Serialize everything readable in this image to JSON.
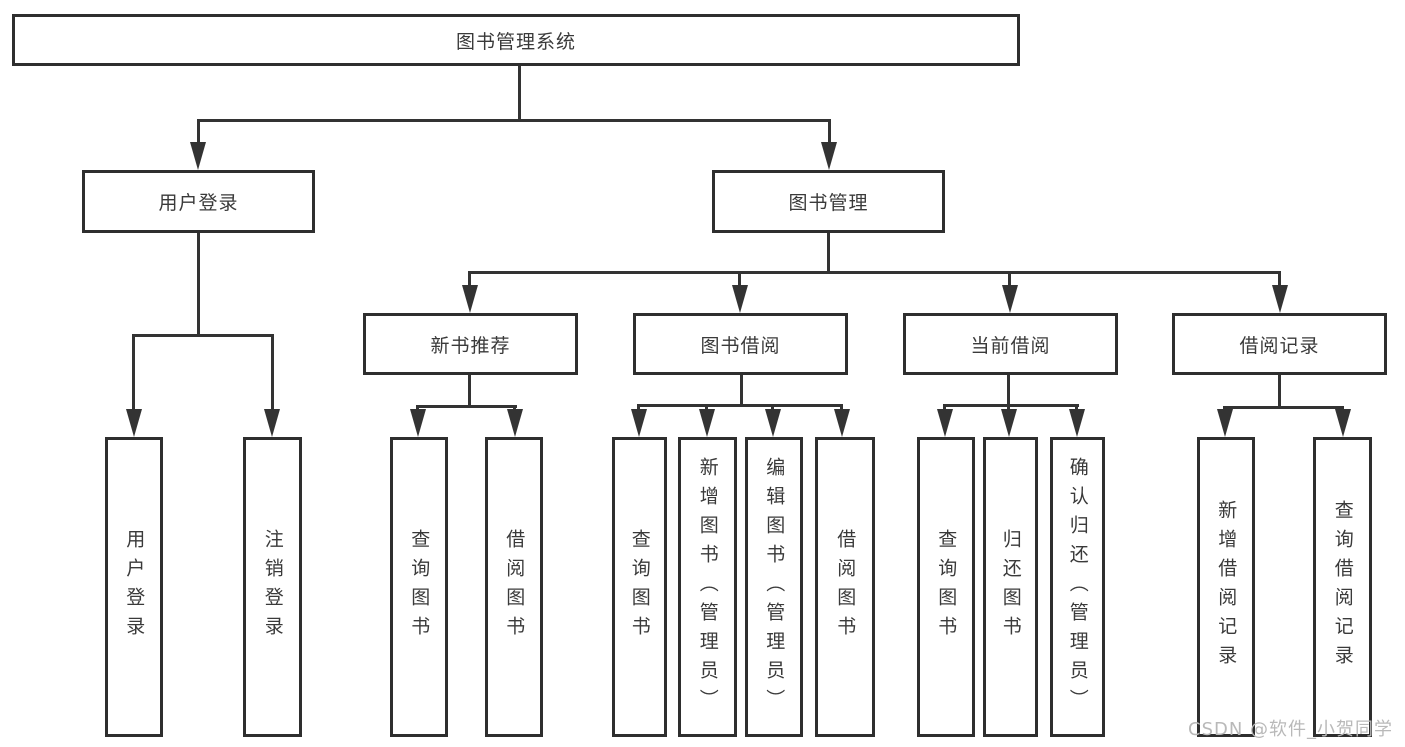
{
  "diagram_title": "图书管理系统",
  "watermark": "CSDN @软件_小贺同学",
  "colors": {
    "line": "#333333",
    "box_border": "#2e2e2e",
    "box_background": "#ffffff",
    "text": "#3a3a3a",
    "watermark_text": "#b9b9b9",
    "page_background": "#ffffff"
  },
  "tree": {
    "root": "图书管理系统",
    "level2": [
      "用户登录",
      "图书管理"
    ],
    "level3": [
      "新书推荐",
      "图书借阅",
      "当前借阅",
      "借阅记录"
    ],
    "groups": [
      {
        "parent": "用户登录",
        "children": [
          "用户登录",
          "注销登录"
        ]
      },
      {
        "parent": "新书推荐",
        "children": [
          "查询图书",
          "借阅图书"
        ]
      },
      {
        "parent": "图书借阅",
        "children": [
          "查询图书",
          "新增图书（管理员）",
          "编辑图书（管理员）",
          "借阅图书"
        ]
      },
      {
        "parent": "当前借阅",
        "children": [
          "查询图书",
          "归还图书",
          "确认归还（管理员）"
        ]
      },
      {
        "parent": "借阅记录",
        "children": [
          "新增借阅记录",
          "查询借阅记录"
        ]
      }
    ]
  }
}
